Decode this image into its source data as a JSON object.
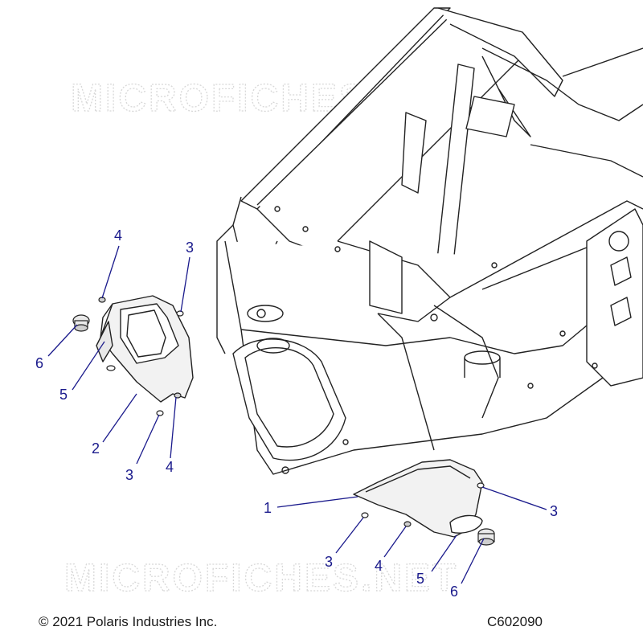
{
  "watermark": {
    "top": "MICROFICHES.NET",
    "bottom": "MICROFICHES.NET"
  },
  "callouts": [
    {
      "id": "c-1",
      "label": "1"
    },
    {
      "id": "c-2",
      "label": "2"
    },
    {
      "id": "c-3a",
      "label": "3"
    },
    {
      "id": "c-3b",
      "label": "3"
    },
    {
      "id": "c-3c",
      "label": "3"
    },
    {
      "id": "c-3d",
      "label": "3"
    },
    {
      "id": "c-4a",
      "label": "4"
    },
    {
      "id": "c-4b",
      "label": "4"
    },
    {
      "id": "c-4c",
      "label": "4"
    },
    {
      "id": "c-5a",
      "label": "5"
    },
    {
      "id": "c-5b",
      "label": "5"
    },
    {
      "id": "c-6a",
      "label": "6"
    },
    {
      "id": "c-6b",
      "label": "6"
    }
  ],
  "footer": {
    "copyright": "© 2021 Polaris Industries Inc.",
    "diagram_code": "C602090"
  },
  "colors": {
    "callout": "#1a1a8c",
    "line": "#222222",
    "part_fill": "#f2f2f2",
    "watermark": "#d8d8d8"
  }
}
